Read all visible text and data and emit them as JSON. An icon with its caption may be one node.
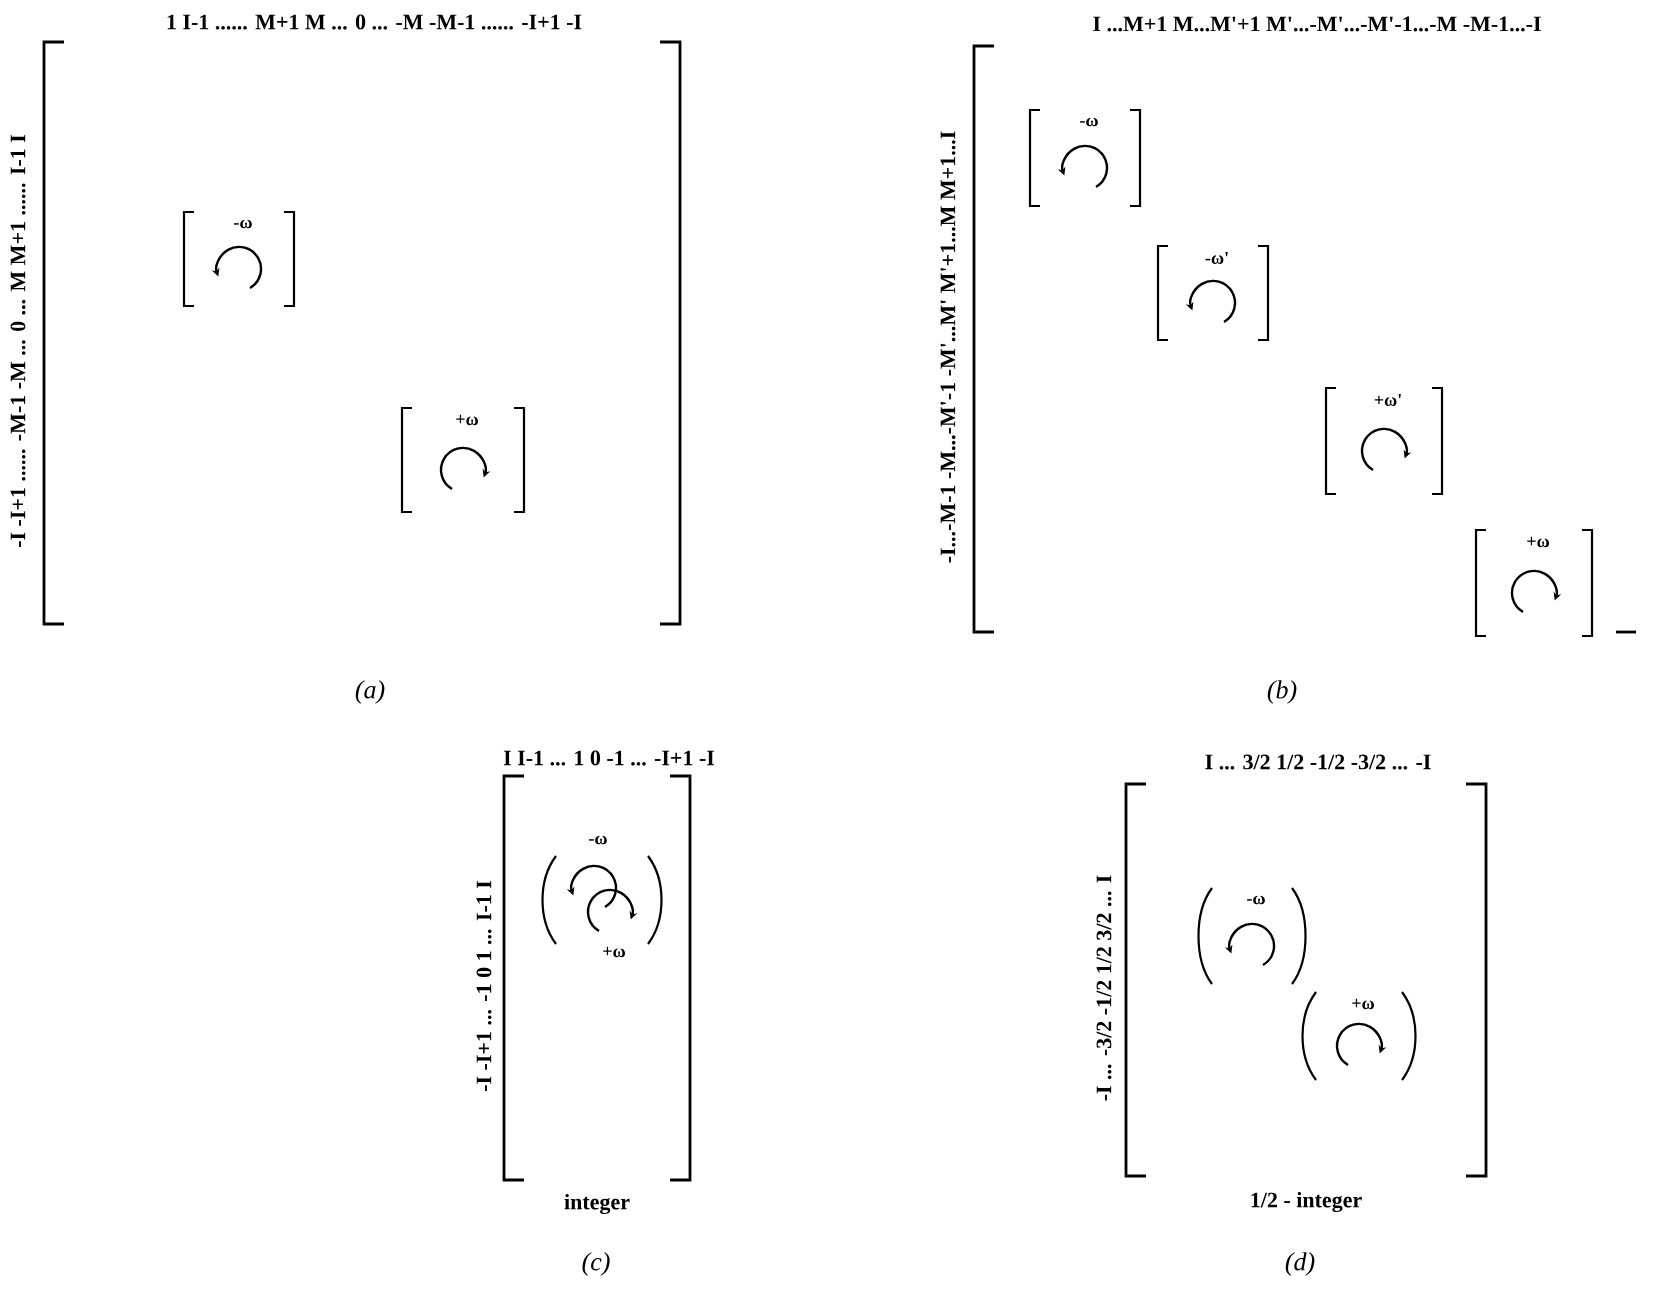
{
  "diagram": {
    "nodes": [
      {
        "text": [
          "1 I-1 ...... M+1 M ... 0 ... -M -M-1 ...... -I+1 -I",
          "-I -I+1 ...... -M-1 -M ... 0 ... M M+1 ...... I-1 I"
        ]
      },
      {
        "text": [
          "-ω"
        ],
        "in": 0
      },
      {
        "text": [
          "+ω"
        ],
        "in": 0
      },
      {
        "text": [
          "I ...M+1 M...M'+1 M'...-M'...-M'-1...-M -M-1...-I",
          "-I...-M-1 -M...-M'-1 -M'...M' M'+1...M M+1...I"
        ]
      },
      {
        "text": [
          "-ω"
        ],
        "in": 3
      },
      {
        "text": [
          "-ω'"
        ],
        "in": 3
      },
      {
        "text": [
          "+ω'"
        ],
        "in": 3
      },
      {
        "text": [
          "+ω"
        ],
        "in": 3
      },
      {
        "text": [
          "I I-1 ... 1 0 -1 ... -I+1 -I",
          "-I -I+1 ... -1 0 1 ... I-1 I"
        ],
        "beside": [
          "integer"
        ]
      },
      {
        "text": [
          "-ω",
          "+ω"
        ],
        "in": 8
      },
      {
        "text": [
          "I ... 3/2 1/2 -1/2 -3/2 ... -I",
          "-I ... -3/2 -1/2 1/2 3/2 ... I"
        ],
        "beside": [
          "1/2 - integer"
        ]
      },
      {
        "text": [
          "-ω"
        ],
        "in": 10
      },
      {
        "text": [
          "+ω"
        ],
        "in": 10
      }
    ],
    "labels": [
      "(a)",
      "(b)",
      "(c)",
      "(d)"
    ]
  }
}
